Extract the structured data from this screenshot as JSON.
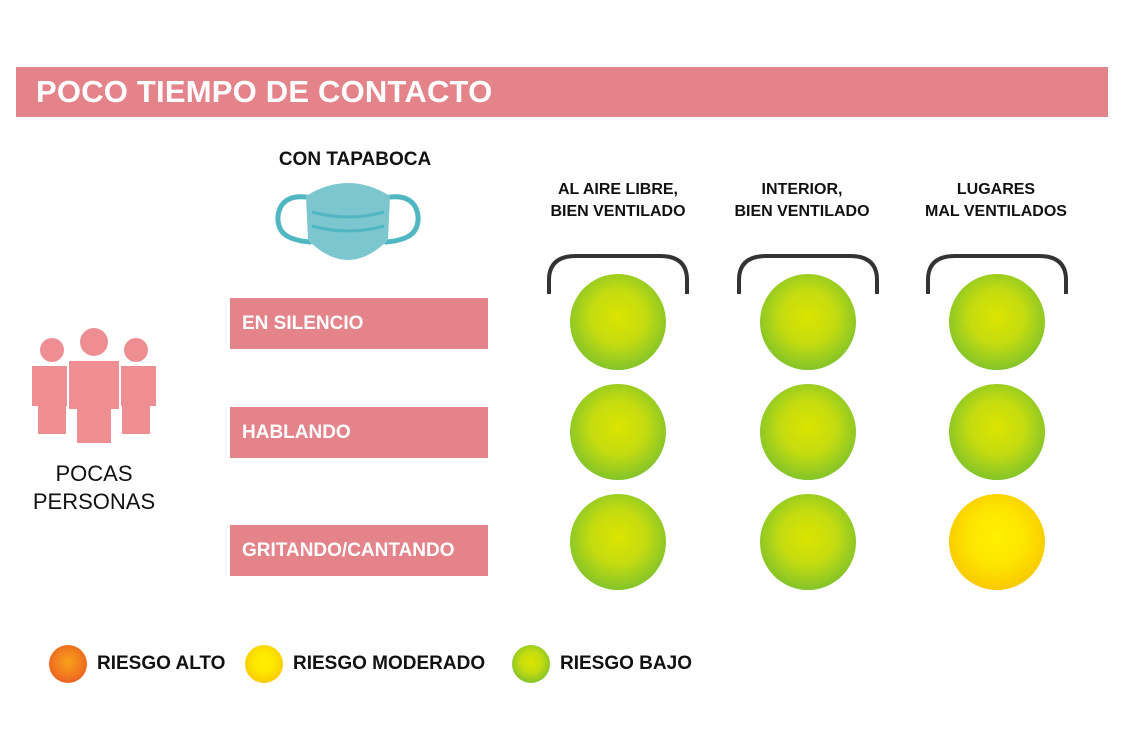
{
  "title": "POCO TIEMPO DE CONTACTO",
  "mask": {
    "label": "CON TAPABOCA",
    "icon": "face-mask-icon"
  },
  "people": {
    "icon": "people-group-icon",
    "label_lines": [
      "POCAS",
      "PERSONAS"
    ]
  },
  "columns": [
    {
      "lines": [
        "AL AIRE LIBRE,",
        "BIEN VENTILADO"
      ]
    },
    {
      "lines": [
        "INTERIOR,",
        "BIEN VENTILADO"
      ]
    },
    {
      "lines": [
        "LUGARES",
        "MAL VENTILADOS"
      ]
    }
  ],
  "rows": [
    {
      "label": "EN SILENCIO",
      "risk": [
        "bajo",
        "bajo",
        "bajo"
      ]
    },
    {
      "label": "HABLANDO",
      "risk": [
        "bajo",
        "bajo",
        "bajo"
      ]
    },
    {
      "label": "GRITANDO/CANTANDO",
      "risk": [
        "bajo",
        "bajo",
        "moderado"
      ]
    }
  ],
  "legend": [
    {
      "key": "alto",
      "label": "RIESGO ALTO",
      "color": "#ee5a1f"
    },
    {
      "key": "moderado",
      "label": "RIESGO MODERADO",
      "color": "#fde500"
    },
    {
      "key": "bajo",
      "label": "RIESGO BAJO",
      "color": "#7cc12c"
    }
  ],
  "colors": {
    "banner": "#e4838a",
    "row_label_bg": "#e4838a",
    "mask": "#7cc7cf",
    "people": "#ee8e93"
  }
}
